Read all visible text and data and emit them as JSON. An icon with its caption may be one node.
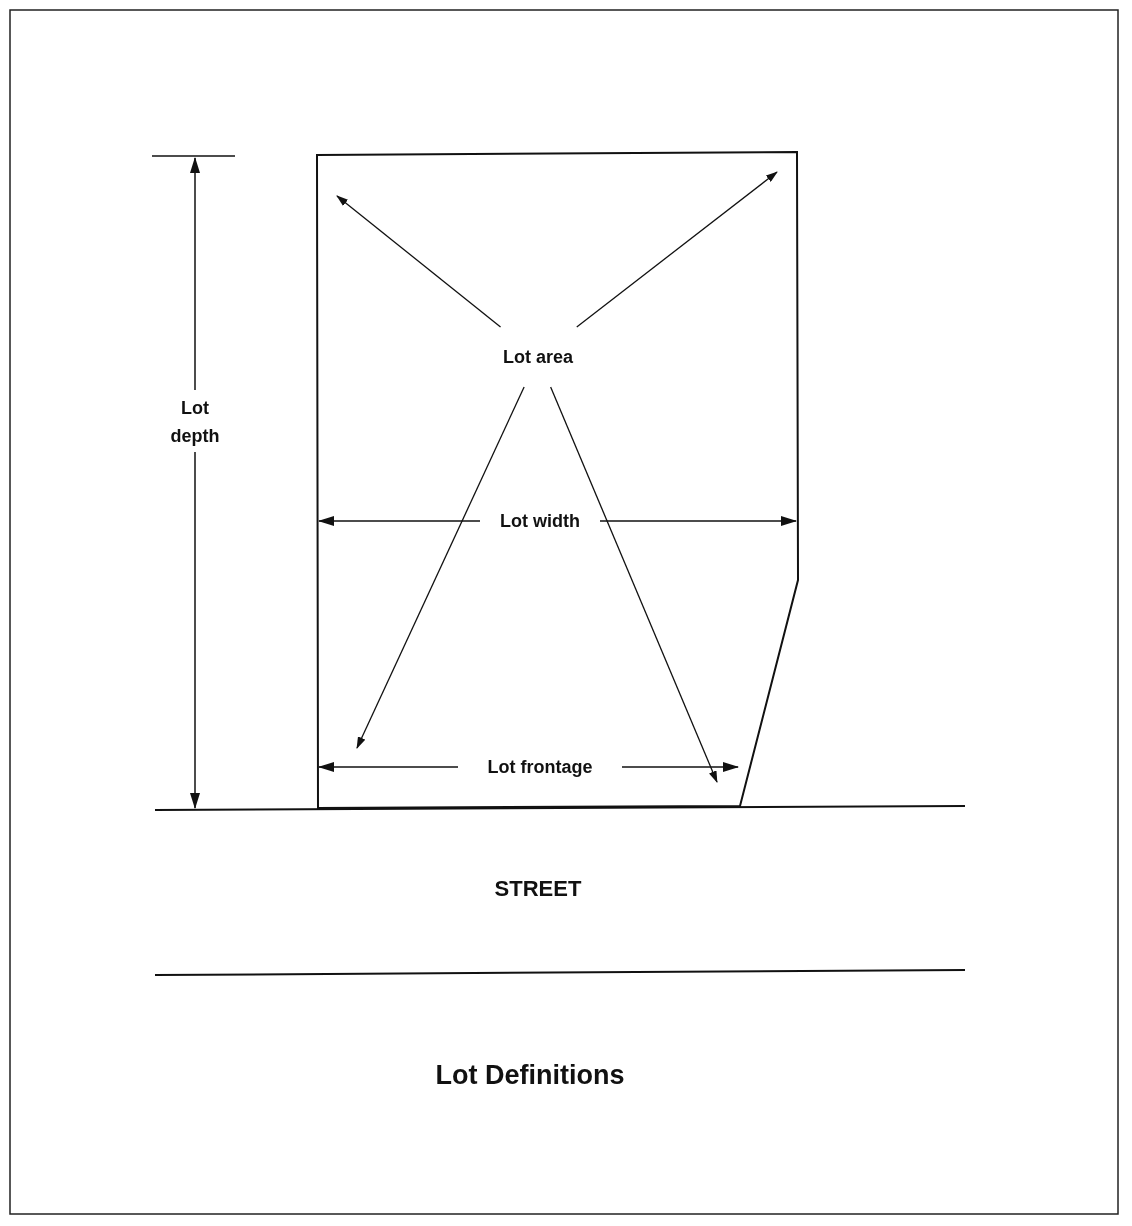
{
  "diagram": {
    "title": "Lot Definitions",
    "nodes": [
      {
        "text": [],
        "shape": "box"
      },
      {
        "text": [
          "Lot area"
        ],
        "in": 0
      }
    ],
    "edges": [
      {
        "from": 1,
        "to": null,
        "arrow": "to"
      },
      {
        "from": 1,
        "to": null,
        "arrow": "to"
      },
      {
        "from": 1,
        "to": null,
        "arrow": "to"
      },
      {
        "from": 1,
        "to": null,
        "arrow": "to"
      }
    ],
    "labels": [
      "Lot depth",
      "Lot width",
      "Lot frontage",
      "STREET"
    ]
  }
}
